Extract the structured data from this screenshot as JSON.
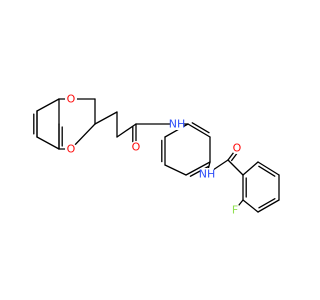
{
  "colors": {
    "bond": "#000000",
    "O": "#ff0d0d",
    "N": "#3050f8",
    "F": "#90e050",
    "background": "#ffffff"
  },
  "atoms": {
    "o_ring_top": "O",
    "o_ring_bottom": "O",
    "o_carbonyl_1": "O",
    "o_carbonyl_2": "O",
    "n_amide_1": "NH",
    "n_amide_2": "NH",
    "f": "F"
  }
}
